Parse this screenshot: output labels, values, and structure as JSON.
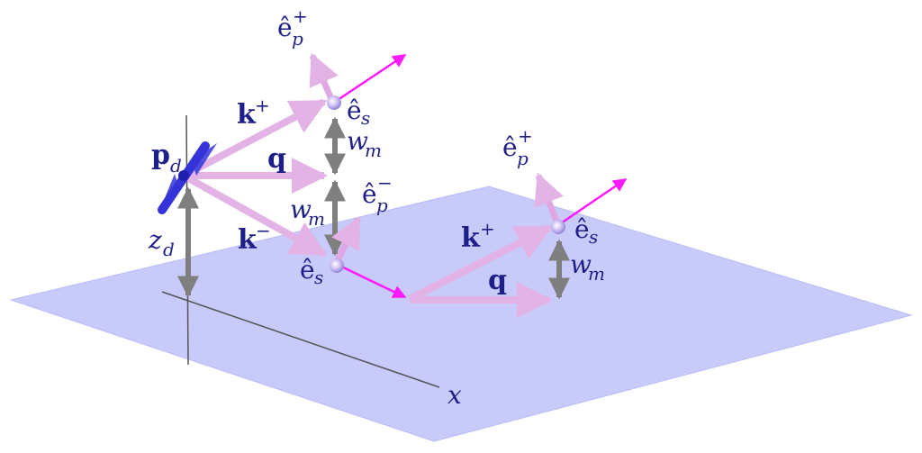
{
  "diagram": {
    "colors": {
      "plane": "#c8cafa",
      "plane_edge": "#b9bdf4",
      "wave_vector": "#e3b3e6",
      "pol_vector": "#e0a8e2",
      "gray_arrow": "#7f7f7f",
      "magenta_arrow": "#ff1aff",
      "dipole": "#3434d8",
      "axis_line": "#555555",
      "label": "#1f1f8a"
    },
    "labels": {
      "pd_main": "p",
      "pd_sub": "d",
      "q_left": "q",
      "q_right": "q",
      "kplus_left_main": "k",
      "kplus_left_sup": "+",
      "kplus_right_main": "k",
      "kplus_right_sup": "+",
      "kminus_main": "k",
      "kminus_sup": "−",
      "zd_main": "z",
      "zd_sub": "d",
      "wm_top_main": "w",
      "wm_top_sub": "m",
      "wm_mid_main": "w",
      "wm_mid_sub": "m",
      "wm_right_main": "w",
      "wm_right_sub": "m",
      "ep_plus_top_main": "ê",
      "ep_plus_top_sub": "p",
      "ep_plus_top_sup": "+",
      "ep_minus_main": "ê",
      "ep_minus_sub": "p",
      "ep_minus_sup": "−",
      "ep_plus_right_main": "ê",
      "ep_plus_right_sub": "p",
      "ep_plus_right_sup": "+",
      "es_top_main": "ê",
      "es_top_sub": "s",
      "es_bottom_main": "ê",
      "es_bottom_sub": "s",
      "es_right_main": "ê",
      "es_right_sub": "s",
      "x_axis": "x"
    }
  }
}
